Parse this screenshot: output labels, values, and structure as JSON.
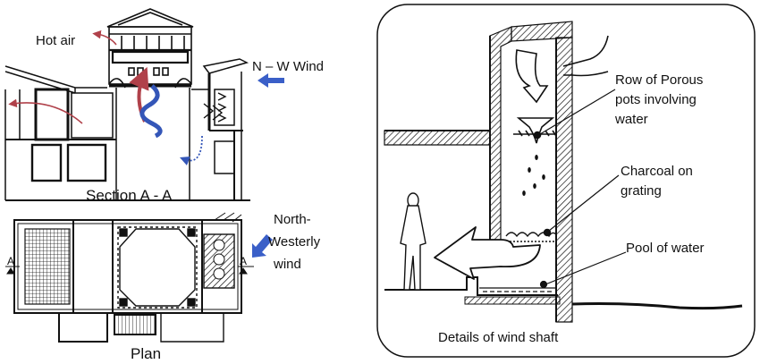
{
  "left_panel": {
    "section": {
      "title": "Section A - A",
      "labels": {
        "hot_air": "Hot air",
        "nw_wind": "N – W Wind"
      }
    },
    "plan": {
      "title": "Plan",
      "labels": {
        "north_westerly_line1": "North-",
        "north_westerly_line2": "Westerly",
        "north_westerly_line3": "wind",
        "section_mark_left": "A",
        "section_mark_right": "A"
      }
    }
  },
  "right_panel": {
    "caption": "Details of wind shaft",
    "labels": {
      "porous_line1": "Row of Porous",
      "porous_line2": "pots involving",
      "porous_line3": "water",
      "charcoal_line1": "Charcoal on",
      "charcoal_line2": "grating",
      "pool": "Pool of water"
    }
  },
  "colors": {
    "hot_air_arrow": "#b0414a",
    "cool_air_arrow": "#3456b8",
    "wind_arrow": "#3a5fc8",
    "ink": "#111111"
  }
}
